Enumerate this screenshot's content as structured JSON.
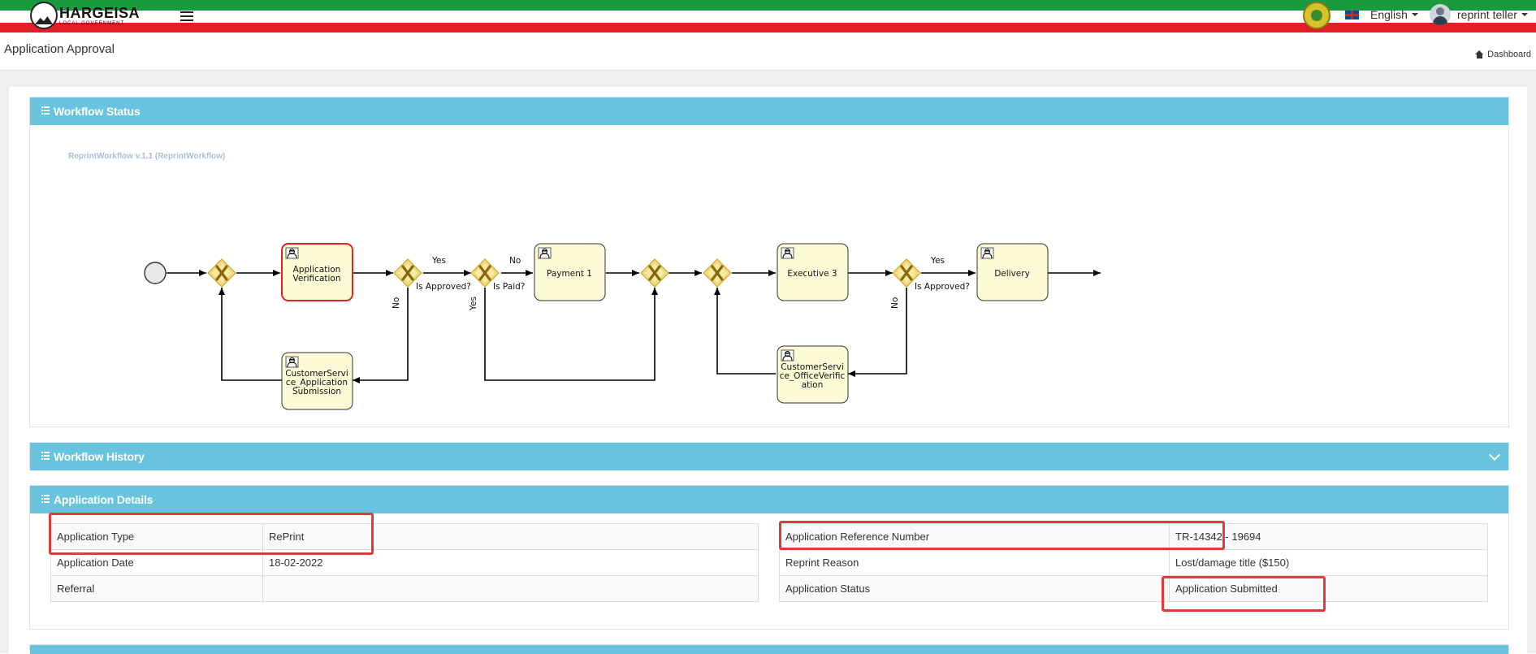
{
  "header": {
    "logo_text": "HARGEISA",
    "logo_subtext": "LOCAL GOVERNMENT",
    "language": "English",
    "user_name": "reprint teller"
  },
  "page": {
    "title": "Application Approval",
    "breadcrumb": "Dashboard"
  },
  "workflow_status": {
    "heading": "Workflow Status",
    "diagram_title": "ReprintWorkflow v.1.1 (ReprintWorkflow)",
    "tasks": {
      "application_verification": "Application Verification",
      "payment": "Payment 1",
      "executive": "Executive 3",
      "delivery": "Delivery",
      "cs_application_submission": "CustomerService_Application Submission",
      "cs_office_verification": "CustomerService_OfficeVerification"
    },
    "labels": {
      "yes": "Yes",
      "no": "No",
      "is_approved": "Is Approved?",
      "is_paid": "Is Paid?"
    }
  },
  "workflow_history": {
    "heading": "Workflow History"
  },
  "application_details": {
    "heading": "Application Details",
    "left": [
      {
        "label": "Application Type",
        "value": "RePrint"
      },
      {
        "label": "Application Date",
        "value": "18-02-2022"
      },
      {
        "label": "Referral",
        "value": ""
      }
    ],
    "right": [
      {
        "label": "Application Reference Number",
        "value": "TR-14342 - 19694"
      },
      {
        "label": "Reprint Reason",
        "value": "Lost/damage title ($150)"
      },
      {
        "label": "Application Status",
        "value": "Application Submitted"
      }
    ]
  },
  "colors": {
    "panel_header": "#67c3de",
    "highlight": "#e03a3f",
    "flag_green": "#1a9a3f",
    "flag_red": "#e11d26",
    "task_fill": "#fdfbd6",
    "gateway_fill": "#f3d97a"
  },
  "icons": [
    "hamburger-icon",
    "seal-icon",
    "uk-flag-icon",
    "user-avatar-icon",
    "home-icon",
    "list-icon",
    "chevron-down-icon",
    "user-task-icon",
    "exclusive-gateway-icon"
  ]
}
